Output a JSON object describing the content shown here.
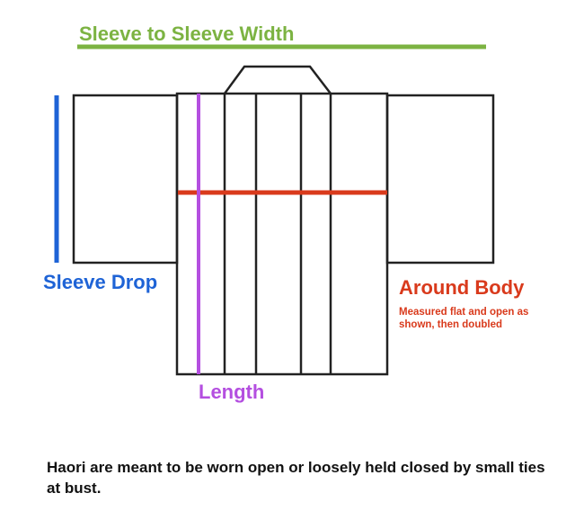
{
  "labels": {
    "sleeve_width": "Sleeve to Sleeve Width",
    "sleeve_drop": "Sleeve Drop",
    "around_body": "Around Body",
    "around_body_note": "Measured flat and open as shown, then doubled",
    "length": "Length"
  },
  "caption": "Haori are meant to be worn open or loosely held closed by small ties at bust.",
  "colors": {
    "sleeve_width": "#7cb342",
    "sleeve_drop": "#1e63d6",
    "around_body": "#d93a1c",
    "length": "#b44fe0",
    "outline": "#222222"
  }
}
